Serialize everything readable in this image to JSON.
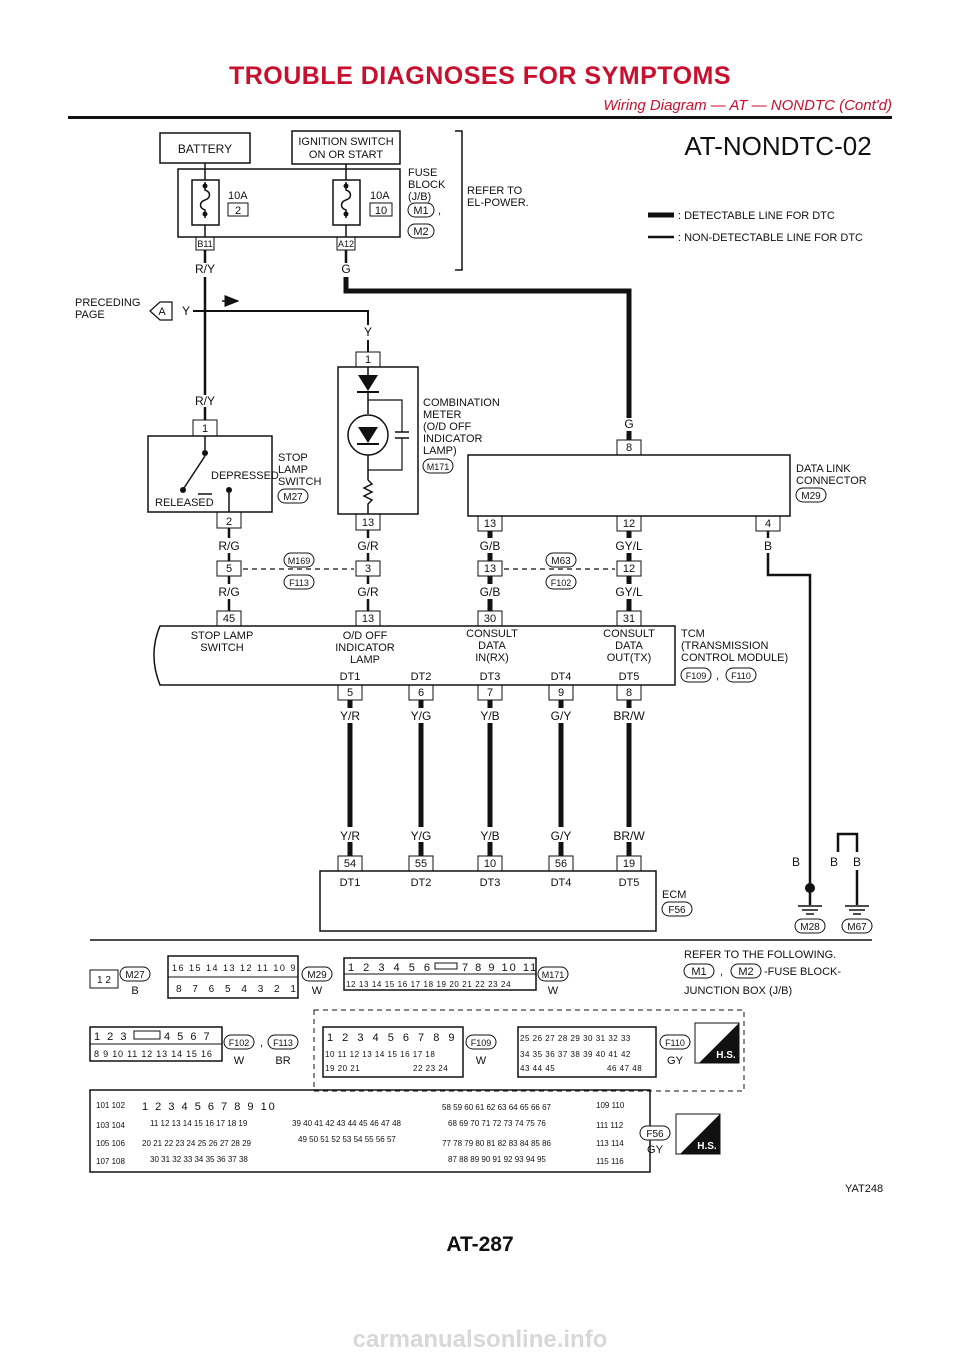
{
  "header": {
    "title": "TROUBLE DIAGNOSES FOR SYMPTOMS",
    "subtitle": "Wiring Diagram — AT — NONDTC (Cont'd)"
  },
  "diagram": {
    "code": "AT-NONDTC-02",
    "battery": "BATTERY",
    "ignition": [
      "IGNITION SWITCH",
      "ON OR START"
    ],
    "fuse_block": [
      "FUSE",
      "BLOCK",
      "(J/B)"
    ],
    "fuse_conn_1": "M1",
    "fuse_conn_2": "M2",
    "fuse_comma": ",",
    "refer_el": [
      "REFER TO",
      "EL-POWER."
    ],
    "fuse1": {
      "amp": "10A",
      "num": "2",
      "conn": "B11"
    },
    "fuse2": {
      "amp": "10A",
      "num": "10",
      "conn": "A12"
    },
    "legend_dtc": ": DETECTABLE LINE FOR DTC",
    "legend_nondtc": ": NON-DETECTABLE LINE FOR DTC",
    "preceding": [
      "PRECEDING",
      "PAGE"
    ],
    "pre_letter": "A",
    "wires": {
      "ry": "R/Y",
      "g": "G",
      "y": "Y",
      "rg": "R/G",
      "gr": "G/R",
      "gb": "G/B",
      "gyl": "GY/L",
      "b": "B",
      "yr": "Y/R",
      "yg": "Y/G",
      "yb": "Y/B",
      "gy": "G/Y",
      "brw": "BR/W"
    },
    "stop_switch": {
      "label": [
        "STOP",
        "LAMP",
        "SWITCH"
      ],
      "conn": "M27",
      "depressed": "DEPRESSED",
      "released": "RELEASED",
      "pin1": "1",
      "pin2": "2"
    },
    "meter": {
      "label": [
        "COMBINATION",
        "METER",
        "(O/D OFF",
        "INDICATOR",
        "LAMP)"
      ],
      "conn": "M171",
      "pin1": "1",
      "pin13": "13"
    },
    "dlc": {
      "label": [
        "DATA LINK",
        "CONNECTOR"
      ],
      "conn": "M29",
      "pin8": "8",
      "pin13": "13",
      "pin12": "12",
      "pin4": "4"
    },
    "jc1": {
      "top": "M169",
      "bottom": "F113",
      "pinA": "5",
      "pinB": "3"
    },
    "jc2": {
      "top": "M63",
      "bottom": "F102",
      "pinA": "13",
      "pinB": "12"
    },
    "tcm": {
      "label": [
        "TCM",
        "(TRANSMISSION",
        "CONTROL MODULE)"
      ],
      "conn1": "F109",
      "conn2": "F110",
      "comma": ",",
      "pins": [
        "45",
        "13",
        "30",
        "31"
      ],
      "func1": [
        "STOP LAMP",
        "SWITCH"
      ],
      "func2": [
        "O/D OFF",
        "INDICATOR",
        "LAMP"
      ],
      "func3": [
        "CONSULT",
        "DATA",
        "IN(RX)"
      ],
      "func4": [
        "CONSULT",
        "DATA",
        "OUT(TX)"
      ],
      "dt": [
        "DT1",
        "DT2",
        "DT3",
        "DT4",
        "DT5"
      ],
      "dtpins": [
        "5",
        "6",
        "7",
        "9",
        "8"
      ]
    },
    "ecm": {
      "label": "ECM",
      "conn": "F56",
      "pins": [
        "54",
        "55",
        "10",
        "56",
        "19"
      ],
      "dt": [
        "DT1",
        "DT2",
        "DT3",
        "DT4",
        "DT5"
      ]
    },
    "grounds": [
      "M28",
      "M67"
    ],
    "refer_follow": [
      "REFER TO THE FOLLOWING.",
      "-FUSE BLOCK-",
      "JUNCTION BOX (J/B)"
    ],
    "connectors": {
      "m27": {
        "id": "M27",
        "color": "B",
        "pins": "1 2"
      },
      "m29": {
        "id": "M29",
        "color": "W"
      },
      "m171": {
        "id": "M171",
        "color": "W"
      },
      "f102": {
        "id": "F102",
        "color": "W"
      },
      "f113": {
        "id": "F113",
        "color": "BR"
      },
      "f109": {
        "id": "F109",
        "color": "W"
      },
      "f110": {
        "id": "F110",
        "color": "GY"
      },
      "f56": {
        "id": "F56",
        "color": "GY"
      }
    },
    "hs": "H.S.",
    "code_ref": "YAT248"
  },
  "page": "AT-287",
  "watermark": "carmanualsonline.info"
}
